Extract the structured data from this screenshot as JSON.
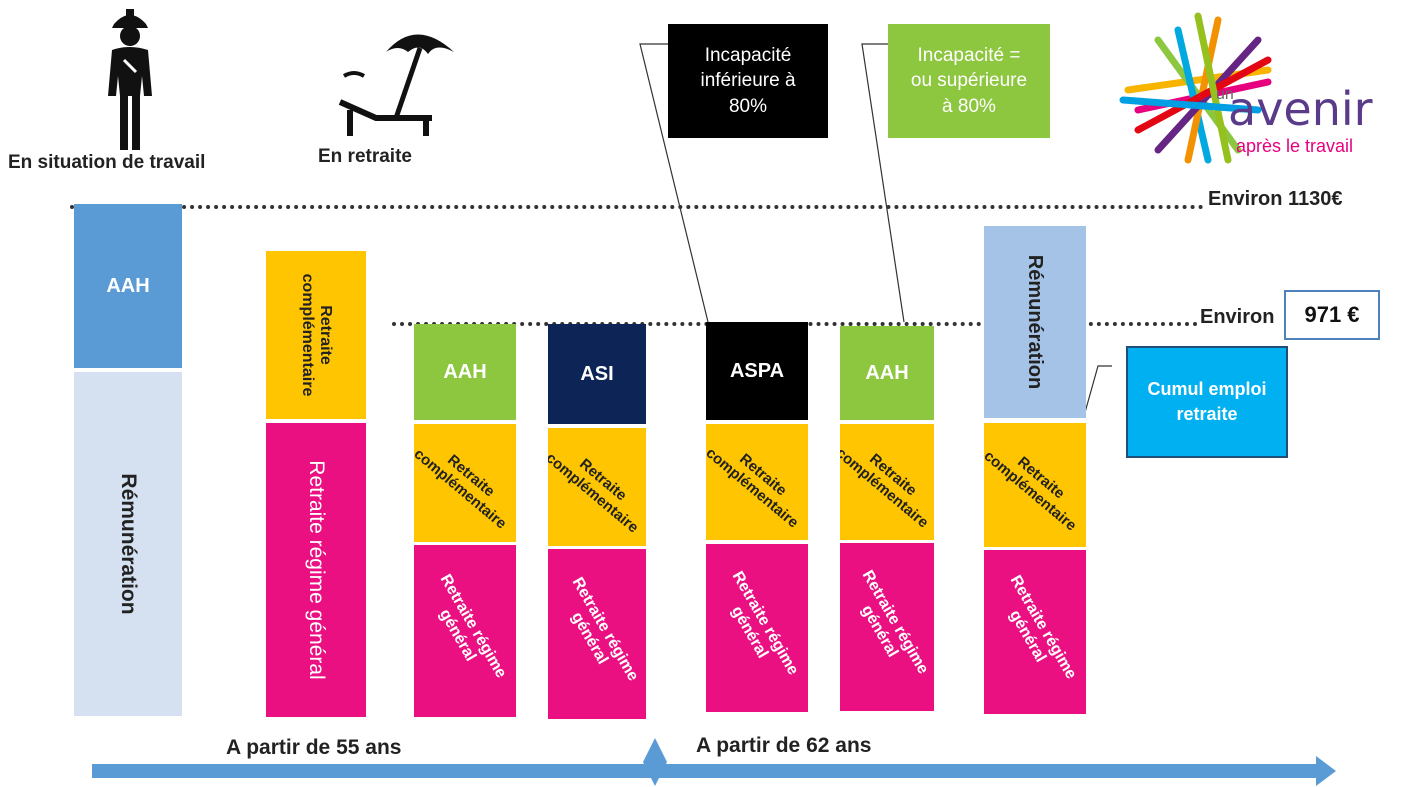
{
  "header": {
    "working_label": "En situation de travail",
    "retired_label": "En retraite",
    "worker_icon": "worker-icon",
    "beach_icon": "beach-umbrella-icon"
  },
  "logo": {
    "prefix": "un",
    "name": "avenir",
    "tagline": "après le travail"
  },
  "thresholds": {
    "high_label": "Environ 1130€",
    "low_label": "Environ",
    "low_value": "971 €"
  },
  "callouts": {
    "below80": "Incapacité\ninférieure à\n80%",
    "above80": "Incapacité =\nou supérieure\nà 80%",
    "cumul": "Cumul emploi\nretraite"
  },
  "columns": [
    {
      "segments": [
        {
          "label": "AAH"
        },
        {
          "label": "Rémunération"
        }
      ]
    },
    {
      "segments": [
        {
          "label": "Retraite\ncomplémentaire"
        },
        {
          "label": "Retraite régime général"
        }
      ]
    },
    {
      "segments": [
        {
          "label": "AAH"
        },
        {
          "label": "Retraite\ncomplémentaire"
        },
        {
          "label": "Retraite régime\ngénéral"
        }
      ]
    },
    {
      "segments": [
        {
          "label": "ASI"
        },
        {
          "label": "Retraite\ncomplémentaire"
        },
        {
          "label": "Retraite régime\ngénéral"
        }
      ]
    },
    {
      "segments": [
        {
          "label": "ASPA"
        },
        {
          "label": "Retraite\ncomplémentaire"
        },
        {
          "label": "Retraite régime\ngénéral"
        }
      ]
    },
    {
      "segments": [
        {
          "label": "AAH"
        },
        {
          "label": "Retraite\ncomplémentaire"
        },
        {
          "label": "Retraite régime\ngénéral"
        }
      ]
    },
    {
      "segments": [
        {
          "label": "Rémunération"
        },
        {
          "label": "Retraite\ncomplémentaire"
        },
        {
          "label": "Retraite régime\ngénéral"
        }
      ]
    }
  ],
  "timeline": {
    "from55": "A partir de 55 ans",
    "from62": "A partir de 62 ans"
  },
  "colors": {
    "aah_blue": "#5b9bd5",
    "remuneration_light": "#d5e1f0",
    "remuneration_blue": "#a4c3e6",
    "yellow": "#ffc600",
    "magenta": "#ea1082",
    "aah_green": "#8dc63f",
    "asi_navy": "#0c2456",
    "aspa_black": "#000000",
    "cumul_cyan": "#00b0f0",
    "arrow_blue": "#5b9bd5"
  }
}
